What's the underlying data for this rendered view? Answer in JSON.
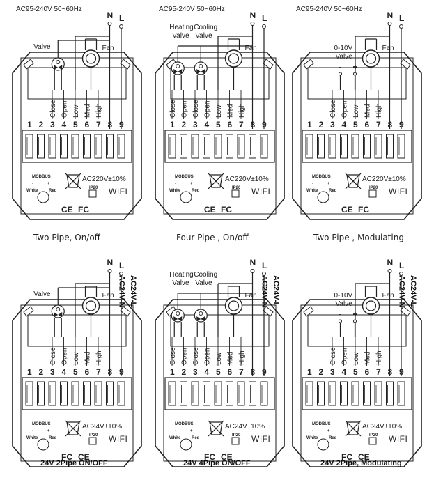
{
  "common": {
    "n_label": "N",
    "l_label": "L",
    "modbus": "MODBUS",
    "white": "White",
    "red": "Red",
    "ip20": "IP20",
    "wifi": "WIFI",
    "ce": "CE",
    "fc": "FC",
    "minus": "-",
    "plus": "+"
  },
  "panels": [
    {
      "id": "p1",
      "supply": "AC95-240V  50~60Hz",
      "valve_label": "Valve",
      "valve_label2": "",
      "heating_label": "",
      "cooling_label": "",
      "fan_label": "Fan",
      "terminal_labels": [
        "Close",
        "Open",
        "Low",
        "Med",
        "High"
      ],
      "terminals": [
        "1",
        "2",
        "3",
        "4",
        "5",
        "6",
        "7",
        "8",
        "9"
      ],
      "rating": "AC220V±10%",
      "caption": "Two Pipe, On/off"
    },
    {
      "id": "p2",
      "supply": "AC95-240V  50~60Hz",
      "heating_label": "Heating",
      "heating_label2": "Valve",
      "cooling_label": "Cooling",
      "cooling_label2": "Valve",
      "fan_label": "Fan",
      "terminal_labels": [
        "Close",
        "Open",
        "Close",
        "Open",
        "Low",
        "Med",
        "High"
      ],
      "terminals": [
        "1",
        "2",
        "3",
        "4",
        "5",
        "6",
        "7",
        "8",
        "9"
      ],
      "rating": "AC220V±10%",
      "caption": "Four Pipe , On/off"
    },
    {
      "id": "p3",
      "supply": "AC95-240V  50~60Hz",
      "valve_label": "0-10V",
      "valve_label2": "Valve",
      "fan_label": "Fan",
      "terminal_labels": [
        "Close",
        "Open",
        "Low",
        "Med",
        "High"
      ],
      "terminals": [
        "1",
        "2",
        "3",
        "4",
        "5",
        "6",
        "7",
        "8",
        "9"
      ],
      "rating": "AC220V±10%",
      "caption": "Two Pipe , Modulating"
    },
    {
      "id": "p4",
      "valve_label": "Valve",
      "fan_label": "Fan",
      "terminal_labels": [
        "Close",
        "Open",
        "Low",
        "Med",
        "High"
      ],
      "terminals": [
        "1",
        "2",
        "3",
        "4",
        "5",
        "6",
        "7",
        "8",
        "9"
      ],
      "supply_n": "AC24V-N",
      "supply_l": "AC24V-L",
      "rating": "AC24V±10%",
      "caption": "24V 2Pipe ON/OFF"
    },
    {
      "id": "p5",
      "heating_label": "Heating",
      "heating_label2": "Valve",
      "cooling_label": "Cooling",
      "cooling_label2": "Valve",
      "fan_label": "Fan",
      "terminal_labels": [
        "Close",
        "Open",
        "Close",
        "Open",
        "Low",
        "Med",
        "High"
      ],
      "terminals": [
        "1",
        "2",
        "3",
        "4",
        "5",
        "6",
        "7",
        "8",
        "9"
      ],
      "supply_n": "AC24V-N",
      "supply_l": "AC24V-L",
      "rating": "AC24V±10%",
      "caption": "24V 4Pipe ON/OFF"
    },
    {
      "id": "p6",
      "valve_label": "0-10V",
      "valve_label2": "Valve",
      "fan_label": "Fan",
      "terminal_labels": [
        "Close",
        "Open",
        "Low",
        "Med",
        "High"
      ],
      "terminals": [
        "1",
        "2",
        "3",
        "4",
        "5",
        "6",
        "7",
        "8",
        "9"
      ],
      "supply_n": "AC24V-N",
      "supply_l": "AC24V-L",
      "rating": "AC24V±10%",
      "caption": "24V 2Pipe, Modulating"
    }
  ]
}
